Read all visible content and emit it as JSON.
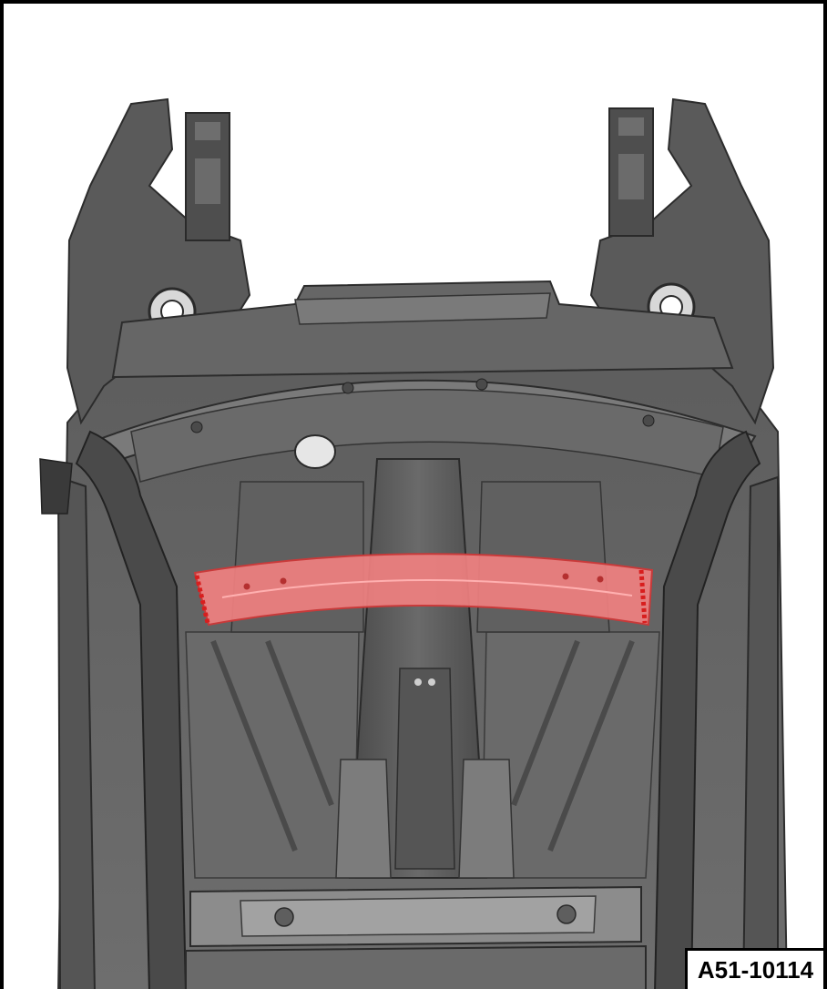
{
  "figure": {
    "label": "A51-10114",
    "subject": "vehicle-underbody-illustration",
    "highlighted_part": "cross-member",
    "colors": {
      "body": "#595959",
      "body_dark": "#3e3e3e",
      "body_light": "#8a8a8a",
      "highlight": "#f08080",
      "highlight_edge": "#d81e1e",
      "border": "#000000",
      "background": "#ffffff"
    }
  }
}
